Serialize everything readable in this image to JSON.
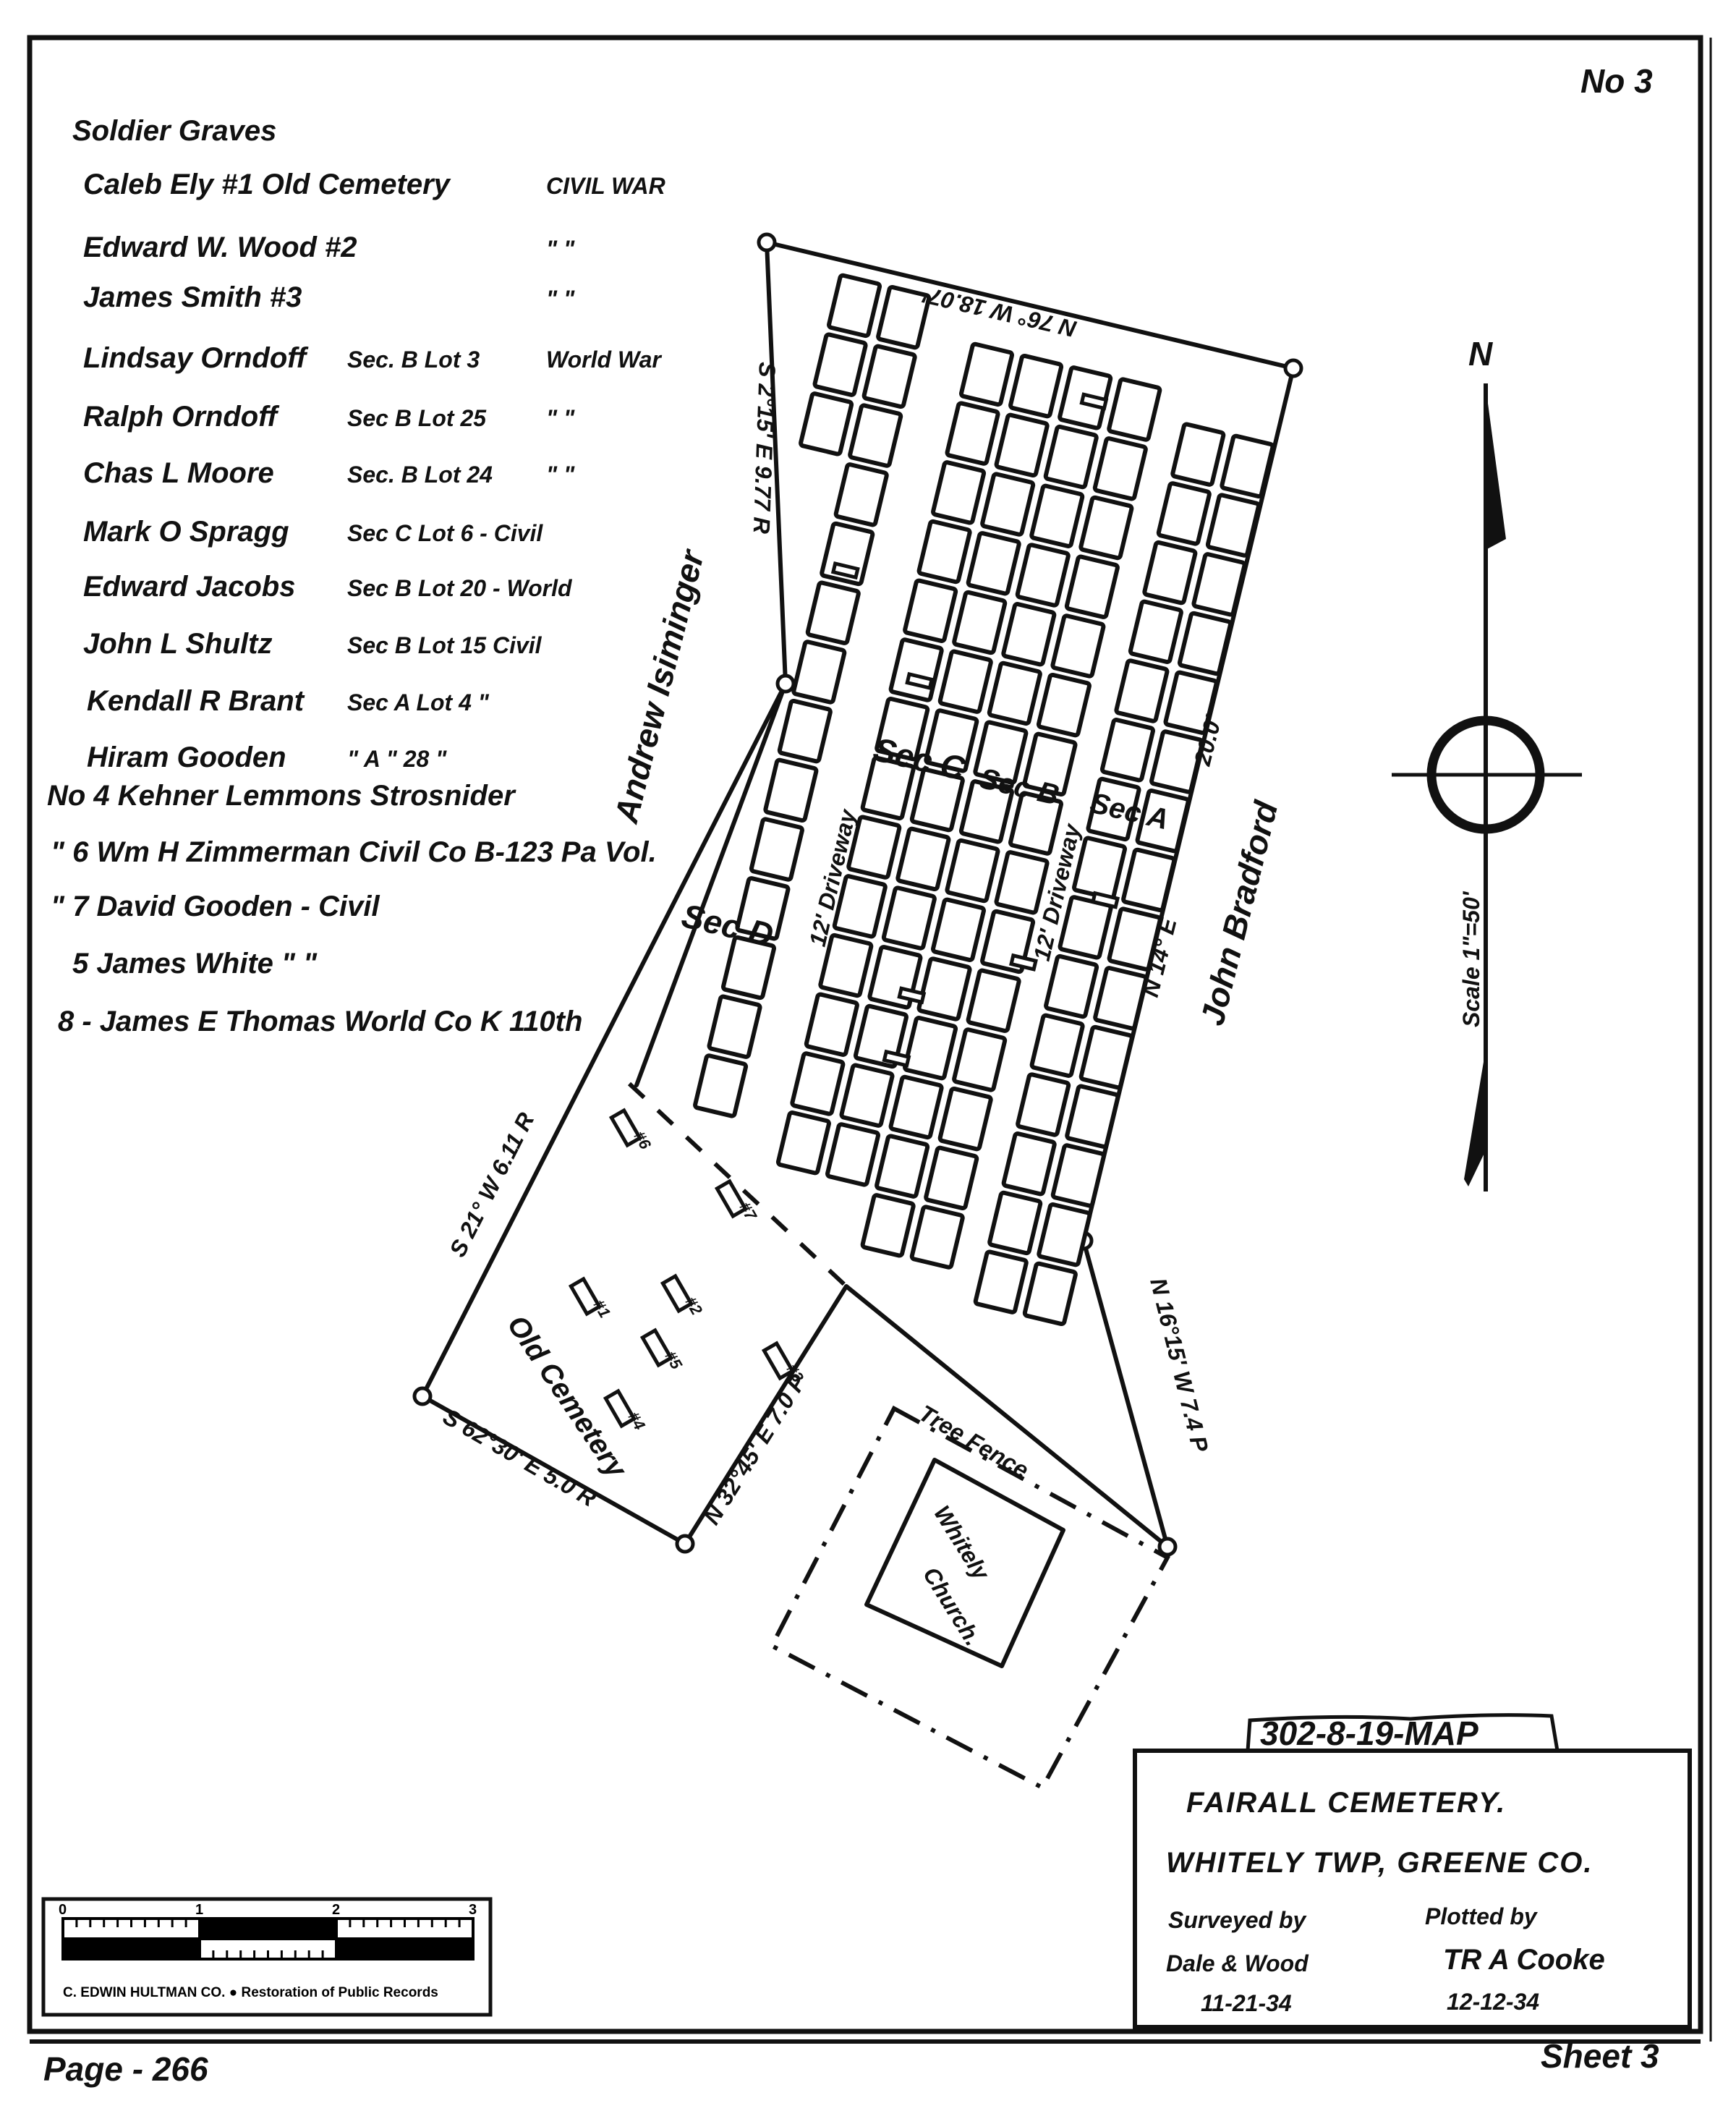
{
  "sheet_number": "No 3",
  "soldier_graves": {
    "heading": "Soldier Graves",
    "entries": [
      {
        "name": "Caleb Ely #1 Old Cemetery",
        "location": "",
        "service": "CIVIL WAR"
      },
      {
        "name": "Edward W. Wood #2",
        "location": "",
        "service": "\"   \""
      },
      {
        "name": "James Smith #3",
        "location": "",
        "service": "\"   \""
      },
      {
        "name": "Lindsay Orndoff",
        "location": "Sec. B Lot 3",
        "service": "World War"
      },
      {
        "name": "Ralph Orndoff",
        "location": "Sec B Lot 25",
        "service": "\"   \""
      },
      {
        "name": "Chas L Moore",
        "location": "Sec. B Lot 24",
        "service": "\"   \""
      },
      {
        "name": "Mark O Spragg",
        "location": "Sec C Lot 6 - Civil",
        "service": ""
      },
      {
        "name": "Edward Jacobs",
        "location": "Sec B Lot 20 - World",
        "service": ""
      },
      {
        "name": "John L Shultz",
        "location": "Sec B Lot 15 Civil",
        "service": ""
      },
      {
        "name": "Kendall R Brant",
        "location": "Sec A Lot 4 \"",
        "service": ""
      },
      {
        "name": "Hiram Gooden",
        "location": "\" A \" 28 \"",
        "service": ""
      },
      {
        "name": "No 4 Kehner Lemmons Strosnider",
        "location": "",
        "service": ""
      },
      {
        "name": "\" 6 Wm H Zimmerman Civil Co B-123 Pa Vol.",
        "location": "",
        "service": ""
      },
      {
        "name": "\" 7 David Gooden - Civil",
        "location": "",
        "service": ""
      },
      {
        "name": "5 James White \" \"",
        "location": "",
        "service": ""
      },
      {
        "name": "8 - James E Thomas  World  Co K 110th",
        "location": "",
        "service": ""
      }
    ]
  },
  "map": {
    "adjoining_owners": {
      "west": "Andrew Isiminger",
      "east": "John Bradford"
    },
    "sections": {
      "a": "Sec A",
      "b": "Sec B",
      "c": "Sec C",
      "d": "Sec D"
    },
    "driveways": [
      "12' Driveway",
      "12' Driveway"
    ],
    "old_cemetery": "Old Cemetery",
    "old_graves": [
      "#1",
      "#2",
      "#3",
      "#4",
      "#5",
      "#6",
      "#7"
    ],
    "church": {
      "label_1": "Whitely",
      "label_2": "Church.",
      "fence": "Tree Fence"
    },
    "bearings": {
      "north_edge": "N 76° W 18.07'",
      "west_edge": "S 2°15' E 9.77 R",
      "east_edge_dist": "20.0'",
      "east_edge_bearing": "N 14° E",
      "southeast_edge": "N 16°15' W 7.4 P",
      "sec_d_edge": "S 21° W 6.11 R",
      "old_cem_south": "S 62°30' E 5.0 R",
      "old_cem_east": "N 32°45' E 7.0 P"
    },
    "compass": {
      "north_label": "N",
      "scale": "Scale 1\"=50'"
    }
  },
  "stamp": "302-8-19-MAP",
  "title_block": {
    "title": "FAIRALL CEMETERY.",
    "subtitle": "WHITELY TWP, GREENE CO.",
    "surveyed_label": "Surveyed by",
    "surveyed_by": "Dale & Wood",
    "surveyed_date": "11-21-34",
    "plotted_label": "Plotted by",
    "plotted_by": "TR A Cooke",
    "plotted_date": "12-12-34"
  },
  "scale_bar": {
    "ticks": [
      "0",
      "1",
      "2",
      "3"
    ],
    "credit": "C. EDWIN HULTMAN CO.  ●  Restoration of Public Records"
  },
  "page_label": "Page - 266",
  "sheet_label": "Sheet 3"
}
